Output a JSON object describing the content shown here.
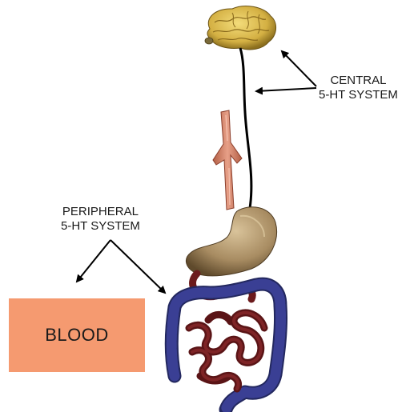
{
  "labels": {
    "central_line1": "CENTRAL",
    "central_line2": "5-HT SYSTEM",
    "peripheral_line1": "PERIPHERAL",
    "peripheral_line2": "5-HT SYSTEM",
    "blood": "BLOOD"
  },
  "colors": {
    "blood_box": "#f59a70",
    "colon": "#2b2f7a",
    "small_intestine": "#6b1a1c",
    "stomach": "#a88c62",
    "esophagus": "#d4866a",
    "brain": "#d8b84a",
    "nerve": "#000000"
  },
  "icons": [
    "brain-icon",
    "vagus-nerve",
    "esophagus-icon",
    "stomach-icon",
    "small-intestine-icon",
    "colon-icon"
  ]
}
